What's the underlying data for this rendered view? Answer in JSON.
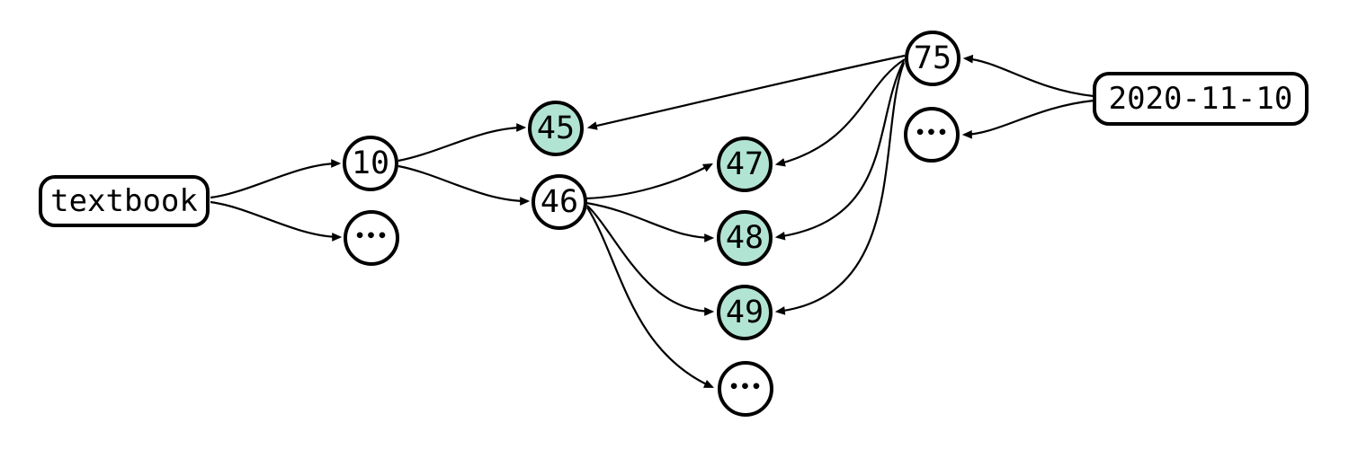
{
  "diagram": {
    "colors": {
      "background": "#ffffff",
      "stroke": "#000000",
      "highlight_fill": "#b2e4d4"
    },
    "nodes": [
      {
        "id": "textbook",
        "label": "textbook",
        "shape": "rounded-box",
        "highlighted": false
      },
      {
        "id": "10",
        "label": "10",
        "shape": "circle",
        "highlighted": false
      },
      {
        "id": "ellipsis-left",
        "label": "•••",
        "shape": "circle",
        "highlighted": false
      },
      {
        "id": "45",
        "label": "45",
        "shape": "circle",
        "highlighted": true
      },
      {
        "id": "46",
        "label": "46",
        "shape": "circle",
        "highlighted": false
      },
      {
        "id": "47",
        "label": "47",
        "shape": "circle",
        "highlighted": true
      },
      {
        "id": "48",
        "label": "48",
        "shape": "circle",
        "highlighted": true
      },
      {
        "id": "49",
        "label": "49",
        "shape": "circle",
        "highlighted": true
      },
      {
        "id": "ellipsis-middle",
        "label": "•••",
        "shape": "circle",
        "highlighted": false
      },
      {
        "id": "75",
        "label": "75",
        "shape": "circle",
        "highlighted": false
      },
      {
        "id": "ellipsis-right",
        "label": "•••",
        "shape": "circle",
        "highlighted": false
      },
      {
        "id": "2020-11-10",
        "label": "2020-11-10",
        "shape": "rounded-box",
        "highlighted": false
      }
    ],
    "edges": [
      {
        "from": "textbook",
        "to": "10"
      },
      {
        "from": "textbook",
        "to": "ellipsis-left"
      },
      {
        "from": "10",
        "to": "45"
      },
      {
        "from": "10",
        "to": "46"
      },
      {
        "from": "46",
        "to": "47"
      },
      {
        "from": "46",
        "to": "48"
      },
      {
        "from": "46",
        "to": "49"
      },
      {
        "from": "46",
        "to": "ellipsis-middle"
      },
      {
        "from": "75",
        "to": "45"
      },
      {
        "from": "75",
        "to": "47"
      },
      {
        "from": "75",
        "to": "48"
      },
      {
        "from": "75",
        "to": "49"
      },
      {
        "from": "2020-11-10",
        "to": "75"
      },
      {
        "from": "2020-11-10",
        "to": "ellipsis-right"
      }
    ]
  }
}
